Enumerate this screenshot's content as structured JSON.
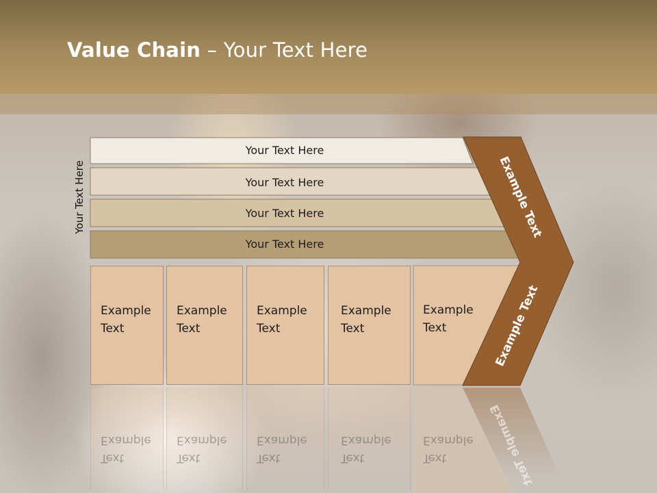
{
  "title": {
    "bold": "Value Chain",
    "rest": " – Your Text Here"
  },
  "side_label": "Your Text Here",
  "rows": [
    {
      "label": "Your Text Here",
      "color": "#f1ece3"
    },
    {
      "label": "Your Text Here",
      "color": "#e3d6c3"
    },
    {
      "label": "Your Text Here",
      "color": "#d5c3a4"
    },
    {
      "label": "Your Text Here",
      "color": "#b59e74"
    }
  ],
  "cards": [
    {
      "line1": "Example",
      "line2": "Text"
    },
    {
      "line1": "Example",
      "line2": "Text"
    },
    {
      "line1": "Example",
      "line2": "Text"
    },
    {
      "line1": "Example",
      "line2": "Text"
    },
    {
      "line1": "Example",
      "line2": "Text"
    }
  ],
  "chevron": {
    "top_label": "Example Text",
    "bottom_label": "Example Text",
    "color": "#955f30"
  },
  "colors": {
    "header": "#a38a5c",
    "card": "#e4c3a3"
  }
}
